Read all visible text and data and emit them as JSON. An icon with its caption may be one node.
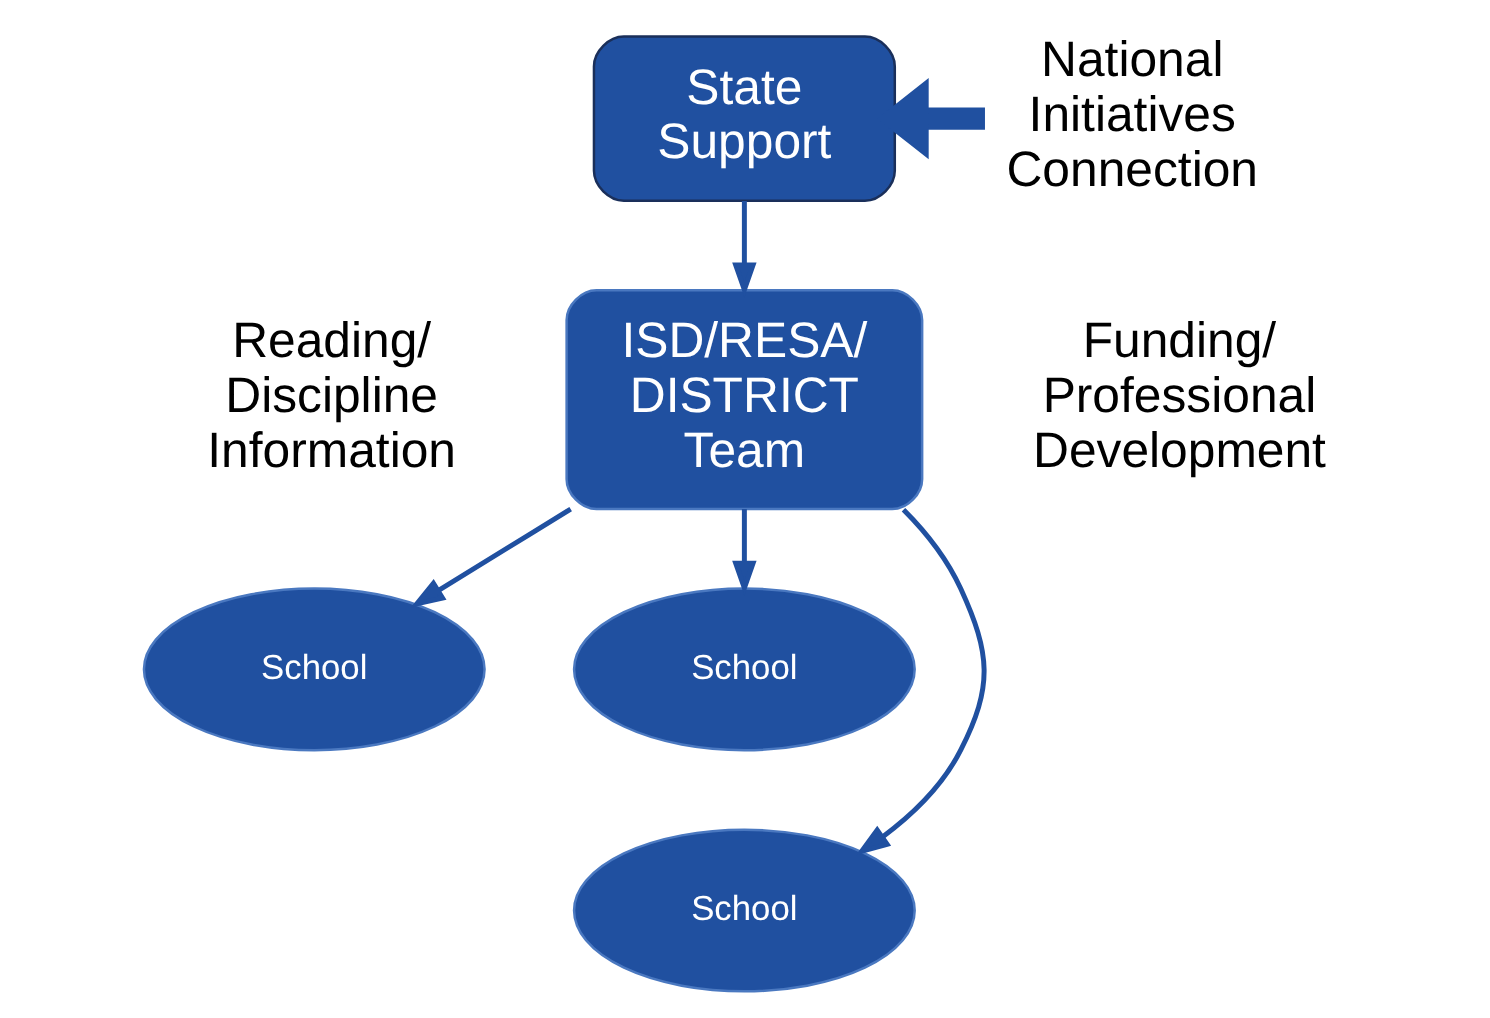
{
  "diagram": {
    "nodes": [
      {
        "text": [
          "State Support"
        ]
      },
      {
        "text": [
          "National Initiatives Connection"
        ]
      },
      {
        "text": [
          "ISD/RESA/ DISTRICT Team"
        ]
      },
      {
        "text": [
          "School"
        ]
      },
      {
        "text": [
          "School"
        ]
      },
      {
        "text": [
          "School"
        ]
      }
    ],
    "edges": [
      {
        "from": 1,
        "to": 0,
        "arrow": "to",
        "style": "thick"
      },
      {
        "from": 0,
        "to": 2,
        "arrow": "to"
      },
      {
        "from": 2,
        "to": 3,
        "arrow": "to"
      },
      {
        "from": 2,
        "to": 5,
        "arrow": "to"
      },
      {
        "from": 2,
        "to": 4,
        "arrow": "to"
      }
    ],
    "labels": [
      "Reading/ Discipline Information",
      "Funding/ Professional Development"
    ]
  }
}
